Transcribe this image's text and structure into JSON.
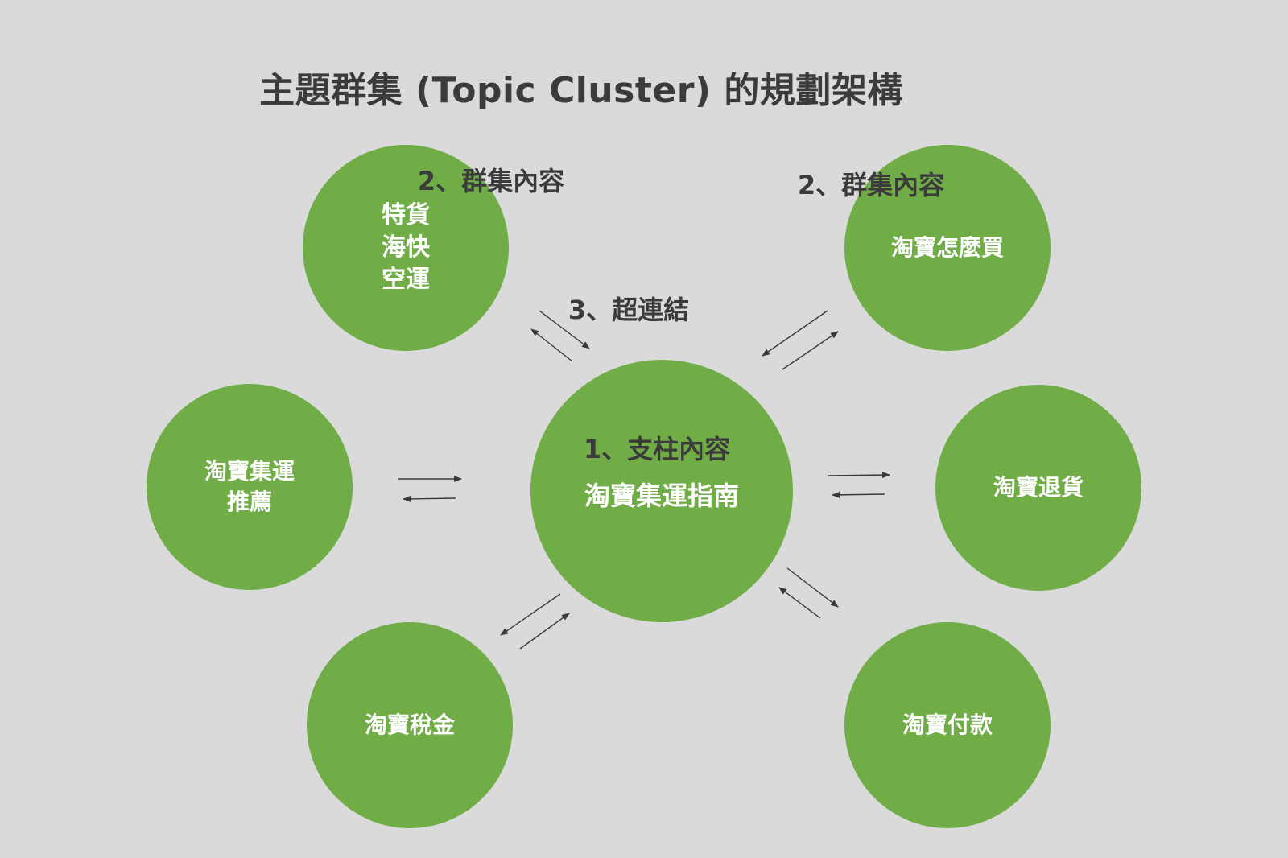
{
  "title": "主題群集 (Topic Cluster) 的規劃架構",
  "colors": {
    "background": "#dadada",
    "node": "#70ad47",
    "node_text": "#ffffff",
    "label_text": "#3b3b3b"
  },
  "labels": {
    "cluster_top_left": "2、群集內容",
    "cluster_top_right": "2、群集內容",
    "hyperlink": "3、超連結",
    "pillar": "1、支柱內容"
  },
  "pillar_node": {
    "title": "淘寶集運指南"
  },
  "nodes": {
    "top_left": [
      "特貨",
      "海快",
      "空運"
    ],
    "top_right": "淘寶怎麼買",
    "left": [
      "淘寶集運",
      "推薦"
    ],
    "right": "淘寶退貨",
    "bottom_left": "淘寶稅金",
    "bottom_right": "淘寶付款"
  }
}
